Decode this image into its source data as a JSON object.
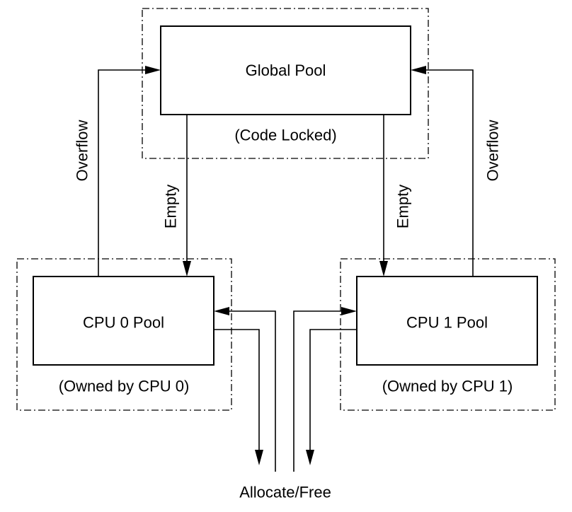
{
  "global_pool": {
    "label": "Global Pool",
    "caption": "(Code Locked)"
  },
  "cpu0_pool": {
    "label": "CPU 0 Pool",
    "caption": "(Owned by CPU 0)"
  },
  "cpu1_pool": {
    "label": "CPU 1 Pool",
    "caption": "(Owned by CPU 1)"
  },
  "edges": {
    "overflow_left": "Overflow",
    "overflow_right": "Overflow",
    "empty_left": "Empty",
    "empty_right": "Empty"
  },
  "bottom_label": "Allocate/Free"
}
